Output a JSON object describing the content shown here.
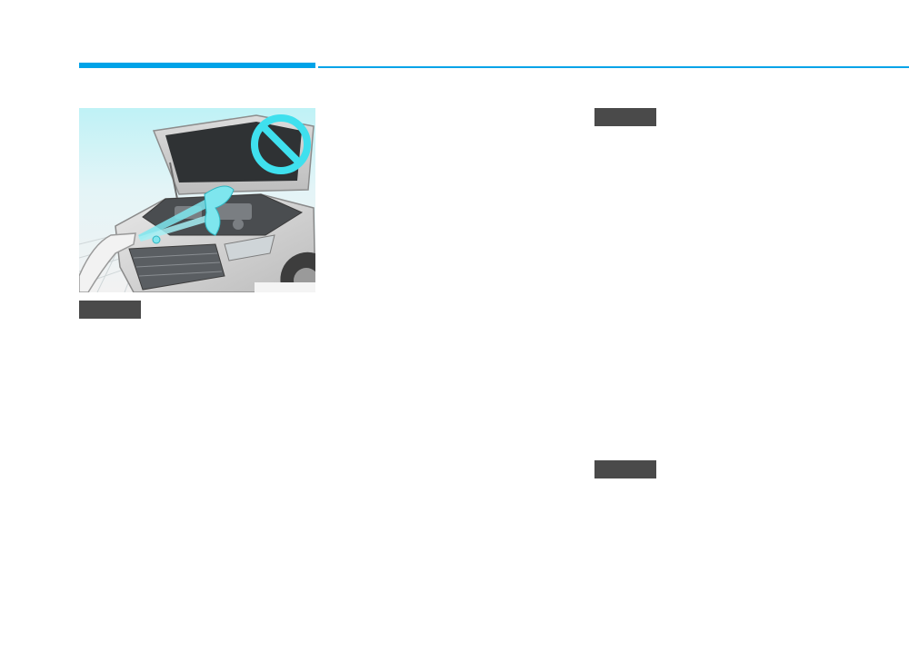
{
  "page": {
    "accent_color": "#00a3e8",
    "tag_color": "#4a4a4a"
  },
  "figure": {
    "icon": "no-engine-wash-illustration",
    "prohibition_color": "#3fe0ee"
  },
  "tags": [
    {
      "icon": "figure-code-tag"
    },
    {
      "icon": "section-tag"
    },
    {
      "icon": "section-tag"
    }
  ]
}
